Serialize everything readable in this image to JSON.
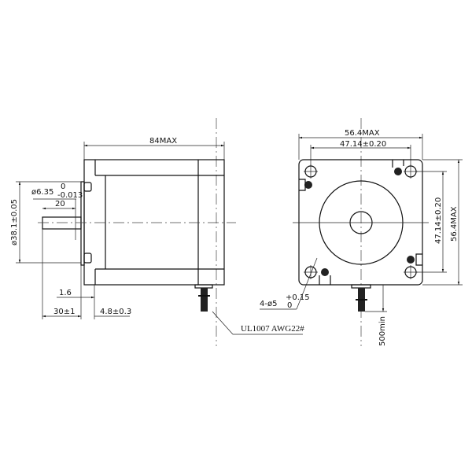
{
  "side_view": {
    "length": "84MAX",
    "shaft_diameter": "ø6.35",
    "shaft_tol_upper": "0",
    "shaft_tol_lower": "-0.013",
    "shaft_flat": "20",
    "pilot_diameter": "ø38.1±0.05",
    "pilot_depth": "1.6",
    "shaft_length": "30±1",
    "flange": "4.8±0.3",
    "cable": "UL1007  AWG22#"
  },
  "front_view": {
    "width": "56.4MAX",
    "hole_spacing_h": "47.14±0.20",
    "hole_spacing_v": "47.14±0.20",
    "height": "56.4MAX",
    "holes": "4-ø5",
    "holes_tol_upper": "+0.15",
    "holes_tol_lower": "0",
    "lead_length": "500min"
  }
}
